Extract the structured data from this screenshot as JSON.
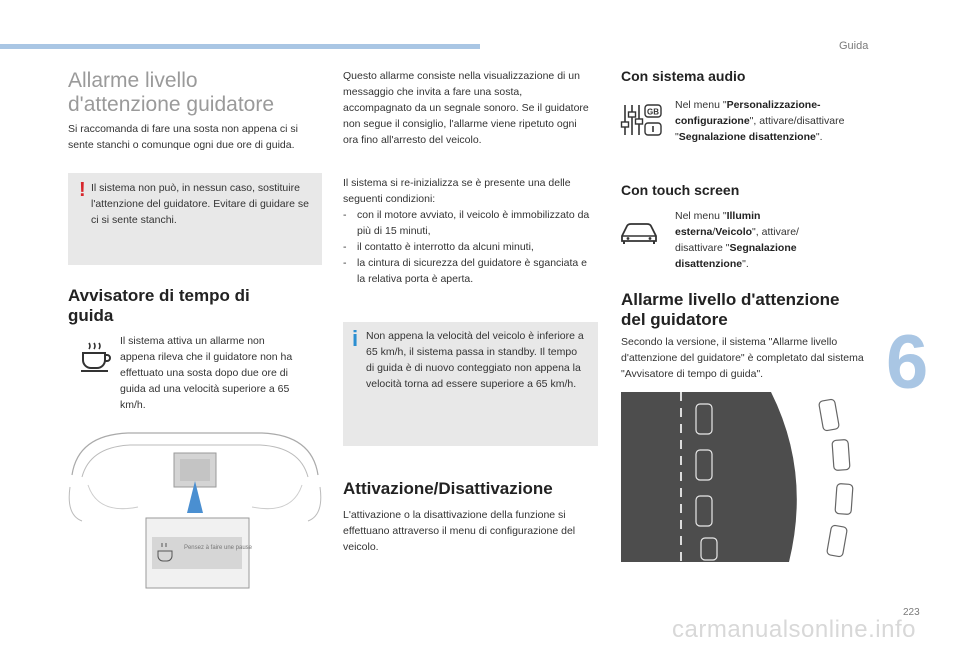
{
  "header": {
    "section": "Guida"
  },
  "footer": {
    "page_number": "223",
    "chapter": "6",
    "watermark": "carmanualsonline.info"
  },
  "col1": {
    "title_line1": "Allarme livello",
    "title_line2": "d'attenzione guidatore",
    "intro": "Si raccomanda di fare una sosta non appena ci si sente stanchi o comunque ogni due ore di guida.",
    "warning_mark": "!",
    "warning": "Il sistema non può, in nessun caso, sostituire l'attenzione del guidatore. Evitare di guidare se ci si sente stanchi.",
    "heading_line1": "Avvisatore di tempo di",
    "heading_line2": "guida",
    "body": "Il sistema attiva un allarme non appena rileva che il guidatore non ha effettuato una sosta dopo due ore di guida ad una velocità superiore a 65 km/h.",
    "display_message": "Pensez à faire une pause",
    "icons": {
      "coffee": "coffee-cup-icon"
    }
  },
  "col2": {
    "intro": "Questo allarme consiste nella visualizzazione di un messaggio che invita a fare una sosta, accompagnato da un segnale sonoro. Se il guidatore non segue il consiglio, l'allarme viene ripetuto ogni ora fino all'arresto del veicolo.",
    "reset_intro": "Il sistema si re-inizializza se è presente una delle seguenti condizioni:",
    "conditions": [
      "con il motore avviato, il veicolo è immobilizzato da più di 15 minuti,",
      "il contatto è interrotto da alcuni minuti,",
      "la cintura di sicurezza del guidatore è sganciata e la relativa porta è aperta."
    ],
    "info_mark": "i",
    "info": "Non appena la velocità del veicolo è inferiore a 65 km/h, il sistema passa in standby. Il tempo di guida è di nuovo conteggiato non appena la velocità torna ad essere superiore a 65 km/h.",
    "heading": "Attivazione/Disattivazione",
    "body": "L'attivazione o la disattivazione della funzione si effettuano attraverso il menu di configurazione del veicolo."
  },
  "col3": {
    "audio_heading": "Con sistema audio",
    "audio_pre": "Nel menu \"",
    "audio_b1": "Personalizzazione-configurazione",
    "audio_mid": "\", attivare/disattivare \"",
    "audio_b2": "Segnalazione disattenzione",
    "audio_end": "\".",
    "audio_icon_label": "GB",
    "touch_heading": "Con touch screen",
    "touch_pre": "Nel menu \"",
    "touch_b1": "Illumin esterna",
    "touch_sep": "/",
    "touch_b2": "Veicolo",
    "touch_mid": "\", attivare/ disattivare \"",
    "touch_b3": "Segnalazione disattenzione",
    "touch_end": "\".",
    "heading_line1": "Allarme livello d'attenzione",
    "heading_line2": "del guidatore",
    "body": "Secondo la versione, il sistema \"Allarme livello d'attenzione del guidatore\" è completato dal sistema \"Avvisatore di tempo di guida\".",
    "icons": {
      "audio": "settings-sliders-icon",
      "touch": "car-icon"
    }
  }
}
